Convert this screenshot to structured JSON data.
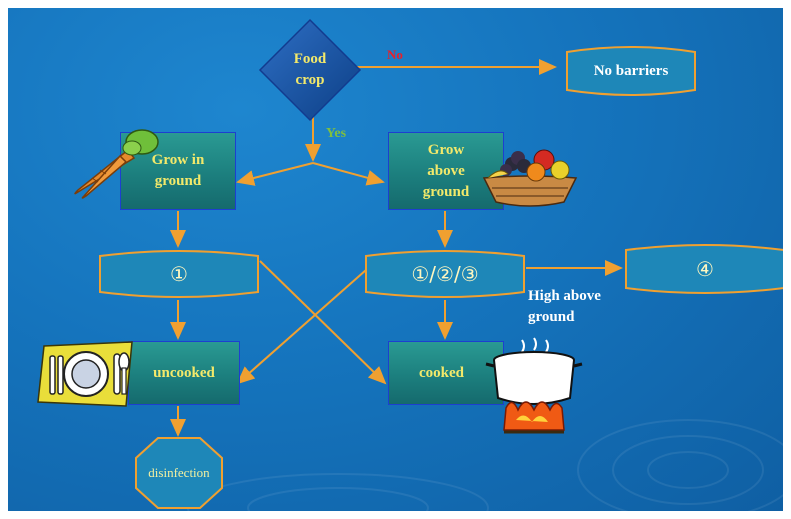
{
  "diagram": {
    "start": "Food\ncrop",
    "no_label": "No",
    "yes_label": "Yes",
    "no_barriers": "No barriers",
    "grow_in_ground": "Grow in\nground",
    "grow_above_ground": "Grow\nabove\nground",
    "barrier_1": "①",
    "barrier_123": "①/②/③",
    "barrier_4": "④",
    "high_above_ground": "High above\nground",
    "uncooked": "uncooked",
    "cooked": "cooked",
    "disinfection": "disinfection"
  },
  "colors": {
    "background": "#1574bd",
    "arrow": "#f0a030",
    "box_fill": "#1e87b8",
    "teal_fill": "#1c7f7e",
    "label_yellow": "#f3e96a",
    "no_red": "#e8202a",
    "yes_green": "#7fbf40"
  },
  "icons": [
    "carrot-icon",
    "fruit-basket-icon",
    "plate-cutlery-icon",
    "cooking-pot-icon"
  ]
}
